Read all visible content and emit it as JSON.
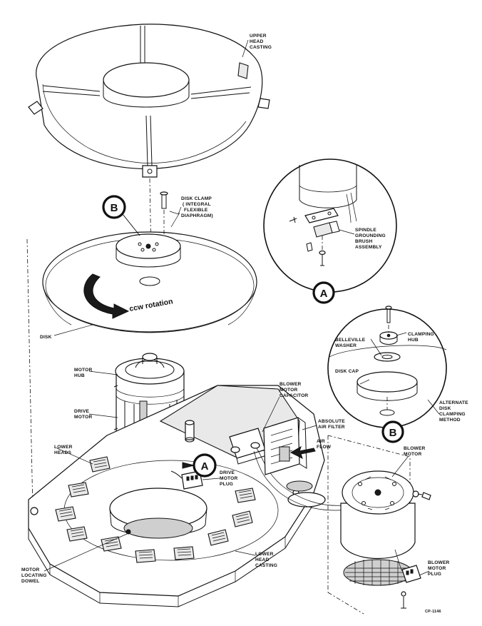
{
  "labels": {
    "upper_head_casting": [
      "UPPER",
      "HEAD",
      "CASTING"
    ],
    "disk_clamp": [
      "DISK CLAMP",
      "( INTEGRAL",
      "FLEXIBLE",
      "DIAPHRAGM)"
    ],
    "spindle_grounding": [
      "SPINDLE",
      "GROUNDING",
      "BRUSH",
      "ASSEMBLY"
    ],
    "ccw_rotation": "ccw rotation",
    "disk": "DISK",
    "belleville_washer": [
      "BELLEVILLE",
      "WASHER"
    ],
    "clamping_hub": [
      "CLAMPING",
      "HUB"
    ],
    "disk_cap": "DISK CAP",
    "alternate_clamping": [
      "ALTERNATE",
      "DISK",
      "CLAMPING",
      "METHOD"
    ],
    "motor_hub": [
      "MOTOR",
      "HUB"
    ],
    "drive_motor": [
      "DRIVE",
      "MOTOR"
    ],
    "blower_motor_capacitor": [
      "BLOWER",
      "MOTOR",
      "CAPACITOR"
    ],
    "absolute_air_filter": [
      "ABSOLUTE",
      "AIR FILTER"
    ],
    "air_flow": [
      "AIR",
      "FLOW"
    ],
    "blower_motor": [
      "BLOWER",
      "MOTOR"
    ],
    "lower_heads": [
      "LOWER",
      "HEADS"
    ],
    "drive_motor_plug": [
      "DRIVE",
      "MOTOR",
      "PLUG"
    ],
    "motor_locating_dowel": [
      "MOTOR",
      "LOCATING",
      "DOWEL"
    ],
    "lower_head_casting": [
      "LOWER",
      "HEAD",
      "CASTING"
    ],
    "blower_motor_plug": [
      "BLOWER",
      "MOTOR",
      "PLUG"
    ],
    "figure_code": "CP-1146"
  },
  "callouts": {
    "a": "A",
    "b": "B"
  }
}
